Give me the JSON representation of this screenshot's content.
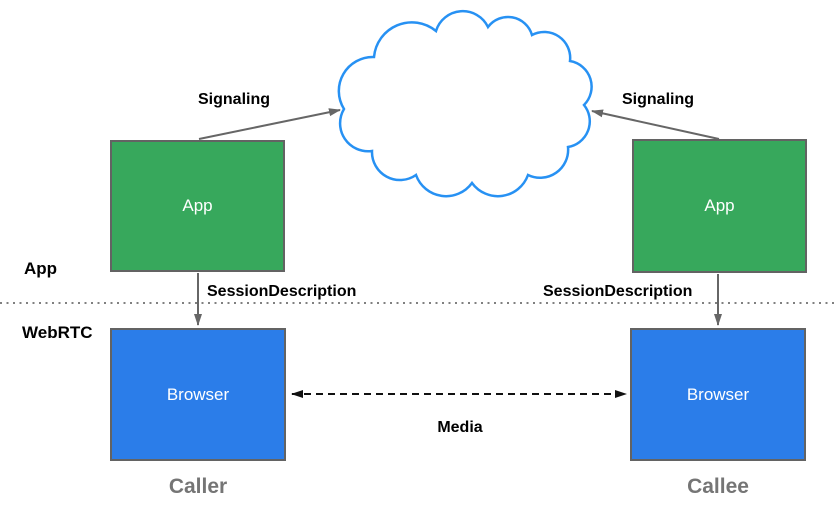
{
  "colors": {
    "app_fill": "#37A85C",
    "browser_fill": "#2B7DE9",
    "cloud_stroke": "#2791F3",
    "box_border": "#636363",
    "arrow_gray": "#666666",
    "media_black": "#111111",
    "side_label": "#757575",
    "divider": "#808080",
    "label_text": "#000000",
    "node_text": "#FFFFFF"
  },
  "nodes": {
    "app_left": {
      "label": "App"
    },
    "app_right": {
      "label": "App"
    },
    "browser_left": {
      "label": "Browser"
    },
    "browser_right": {
      "label": "Browser"
    },
    "cloud_icon": "network-cloud"
  },
  "edges": {
    "signaling_left": "Signaling",
    "signaling_right": "Signaling",
    "session_description_left": "SessionDescription",
    "session_description_right": "SessionDescription",
    "media": "Media"
  },
  "layers": {
    "app": "App",
    "webrtc": "WebRTC"
  },
  "roles": {
    "caller": "Caller",
    "callee": "Callee"
  }
}
